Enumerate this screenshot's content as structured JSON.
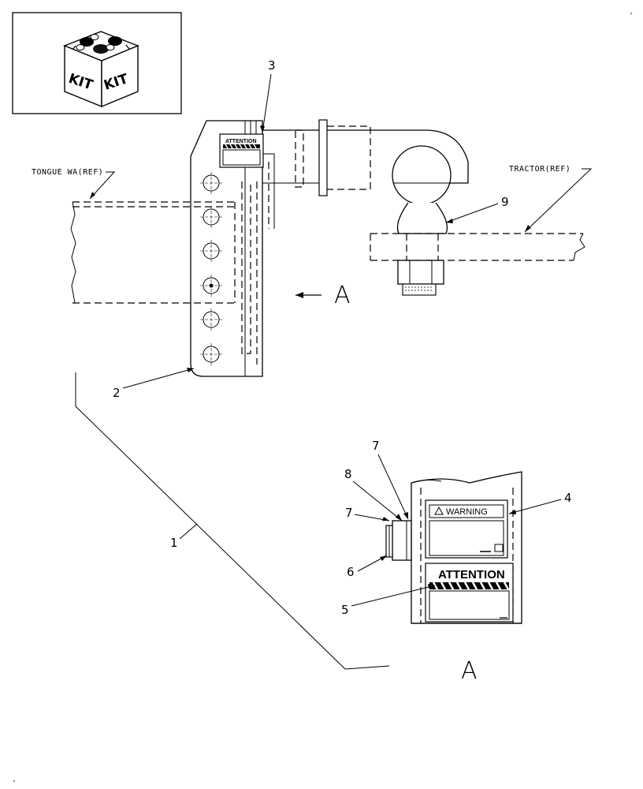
{
  "kit_icon": {
    "label_left": "KIT",
    "label_right": "KIT",
    "icon": "kit-box-icon"
  },
  "references": {
    "tongue": "TONGUE WA(REF)",
    "tractor": "TRACTOR(REF)"
  },
  "view_marker": "A",
  "callouts": {
    "c1": "1",
    "c2": "2",
    "c3": "3",
    "c4": "4",
    "c5": "5",
    "c6": "6",
    "c7a": "7",
    "c7b": "7",
    "c8": "8",
    "c9": "9"
  },
  "decals": {
    "attention_small": "ATTENTION",
    "attention_large": "ATTENTION",
    "warning": "WARNING"
  }
}
